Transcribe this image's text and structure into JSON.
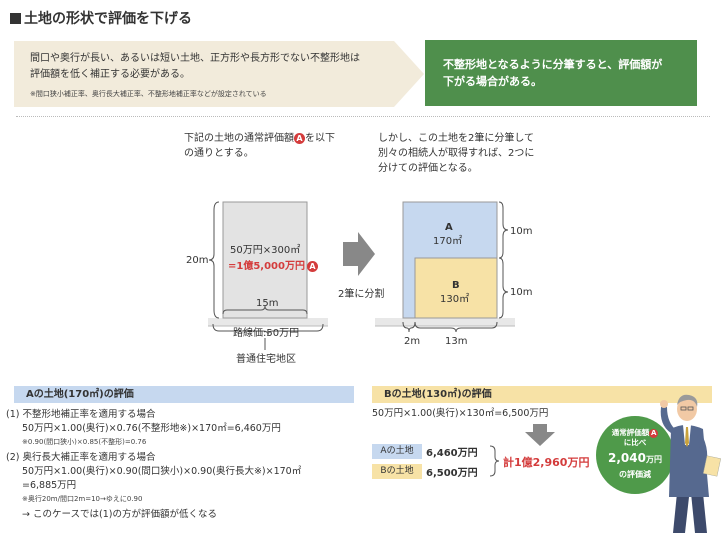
{
  "title": "土地の形状で評価を下げる",
  "intro": {
    "line1": "間口や奥行が長い、あるいは短い土地、正方形や長方形でない不整形地は",
    "line2": "評価額を低く補正する必要がある。",
    "note": "※間口狭小補正率、奥行長大補正率、不整形地補正率などが設定されている"
  },
  "conclusion": {
    "line1": "不整形地となるように分筆すると、評価額が",
    "line2": "下がる場合がある。"
  },
  "left_diagram": {
    "caption1_pre": "下記の土地の通常評価額",
    "caption1_post": "を以下",
    "caption2": "の通りとする。",
    "mark": "A",
    "depth": "20m",
    "calc1": "50万円×300㎡",
    "calc2": "=1億5,000万円",
    "width": "15m",
    "road": "路線価:50万円",
    "zone": "普通住宅地区"
  },
  "arrow_label": "2筆に分割",
  "right_diagram": {
    "caption1": "しかし、この土地を2筆に分筆して",
    "caption2": "別々の相続人が取得すれば、2つに",
    "caption3": "分けての評価となる。",
    "a_name": "A",
    "a_area": "170㎡",
    "b_name": "B",
    "b_area": "130㎡",
    "a_depth": "10m",
    "b_depth": "10m",
    "w_left": "2m",
    "w_right": "13m"
  },
  "section_a": {
    "heading": "Aの土地(170㎡)の評価",
    "item1_title": "(1) 不整形地補正率を適用する場合",
    "item1_calc": "50万円×1.00(奥行)×0.76(不整形地※)×170㎡=6,460万円",
    "item1_note": "※0.90(間口狭小)×0.85(不整形)=0.76",
    "item2_title": "(2) 奥行長大補正率を適用する場合",
    "item2_calc": "50万円×1.00(奥行)×0.90(間口狭小)×0.90(奥行長大※)×170㎡",
    "item2_result": "=6,885万円",
    "item2_note": "※奥行20m/間口2m=10→ゆえに0.90",
    "conclusion": "→ このケースでは(1)の方が評価額が低くなる"
  },
  "section_b": {
    "heading": "Bの土地(130㎡)の評価",
    "calc": "50万円×1.00(奥行)×130㎡=6,500万円",
    "label_a": "Aの土地",
    "value_a": "6,460万円",
    "label_b": "Bの土地",
    "value_b": "6,500万円",
    "total": "計1億2,960万円"
  },
  "badge": {
    "line1_pre": "通常評価額",
    "mark": "A",
    "line2": "に比べ",
    "amount": "2,040",
    "unit": "万円",
    "line3": "の評価減"
  },
  "colors": {
    "green": "#4f8f4c",
    "beige": "#f2ebdb",
    "blue": "#c6d8ef",
    "yellow": "#f7e2a6",
    "red": "#d43c3c",
    "gray_land": "#e3e3e3"
  }
}
